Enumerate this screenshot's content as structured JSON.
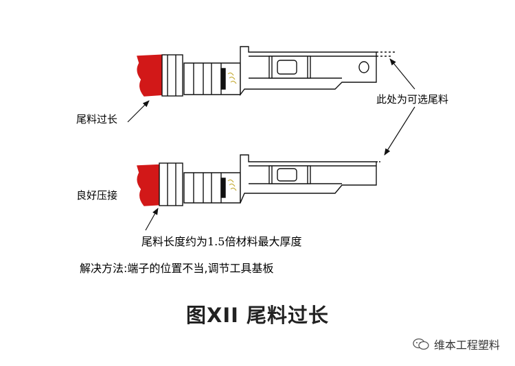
{
  "labels": {
    "too_long": "尾料过长",
    "optional": "此处为可选尾料",
    "good_crimp": "良好压接",
    "spec_note": "尾料长度约为1.5倍材料最大厚度",
    "solution": "解决方法:端子的位置不当,调节工具基板"
  },
  "caption": "图XII 尾料过长",
  "watermark": "维本工程塑料",
  "colors": {
    "wire_insulation": "#d21818",
    "strands": "#c8b040",
    "line": "#111111"
  }
}
